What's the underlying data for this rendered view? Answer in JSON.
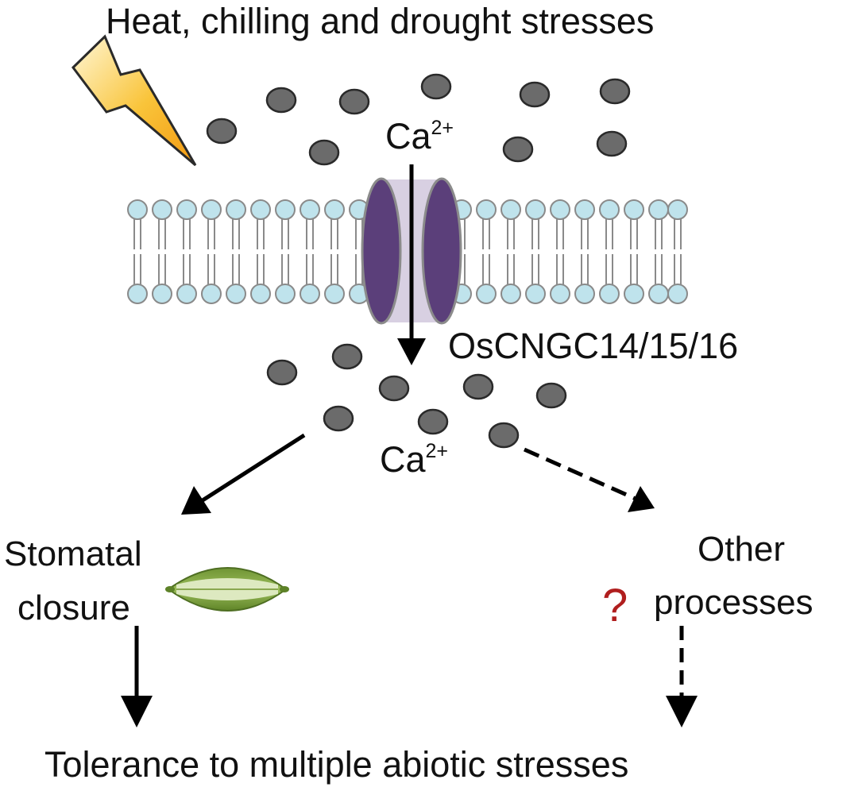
{
  "labels": {
    "stress": "Heat, chilling and drought stresses",
    "ca_top": "Ca",
    "ca_top_charge": "2+",
    "channel": "OsCNGC14/15/16",
    "ca_bottom": "Ca",
    "ca_bottom_charge": "2+",
    "stomatal_line1": "Stomatal",
    "stomatal_line2": "closure",
    "other_line1": "Other",
    "other_line2": "processes",
    "unknown_mark": "?",
    "tolerance": "Tolerance to multiple abiotic stresses"
  },
  "colors": {
    "ion": "#6b6b6b",
    "lipid_head": "#bfe3ec",
    "channel": "#5b3f7a",
    "pore": "#d8d0e2",
    "stoma": "#7da23d",
    "lightning": "#f6b51e",
    "question": "#b01e1e"
  },
  "icons": [
    "lightning-bolt-icon",
    "ion-channel-icon",
    "stoma-icon"
  ]
}
